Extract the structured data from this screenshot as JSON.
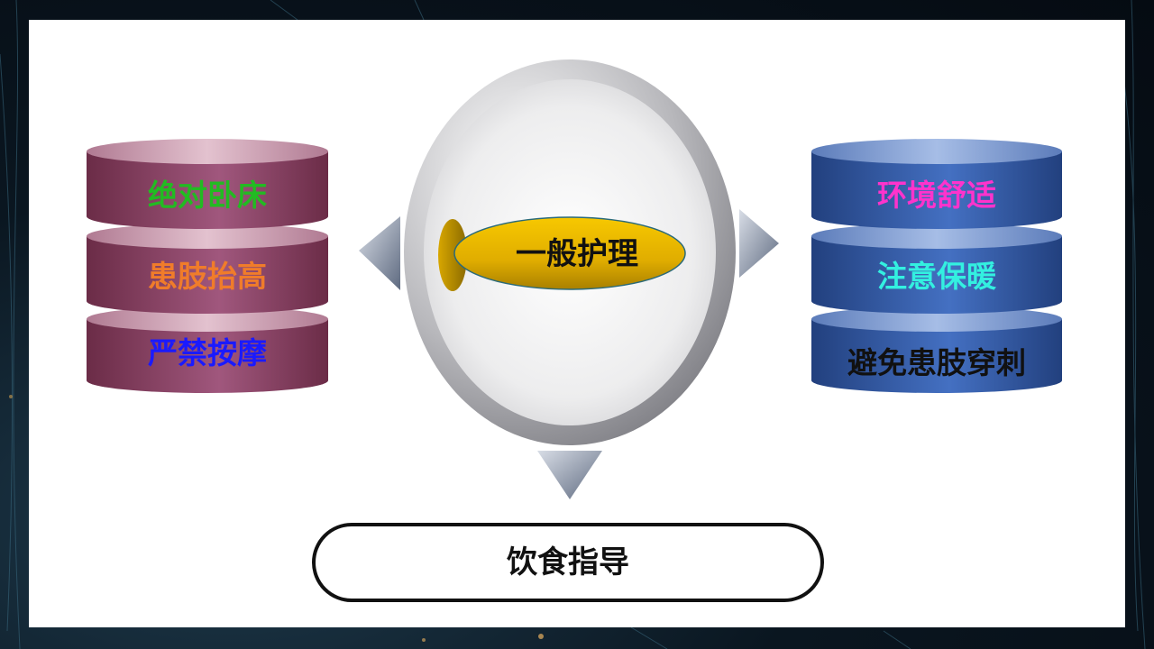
{
  "center": {
    "label": "一般护理"
  },
  "left_stack": {
    "items": [
      {
        "label": "绝对卧床",
        "color": "#22bb22"
      },
      {
        "label": "患肢抬高",
        "color": "#f07c2a"
      },
      {
        "label": "严禁按摩",
        "color": "#1a1aff"
      }
    ]
  },
  "right_stack": {
    "items": [
      {
        "label": "环境舒适",
        "color": "#ff33cc"
      },
      {
        "label": "注意保暖",
        "color": "#33f0e0"
      },
      {
        "label": "避免患肢穿刺",
        "color": "#111111"
      }
    ]
  },
  "bottom": {
    "label": "饮食指导"
  }
}
